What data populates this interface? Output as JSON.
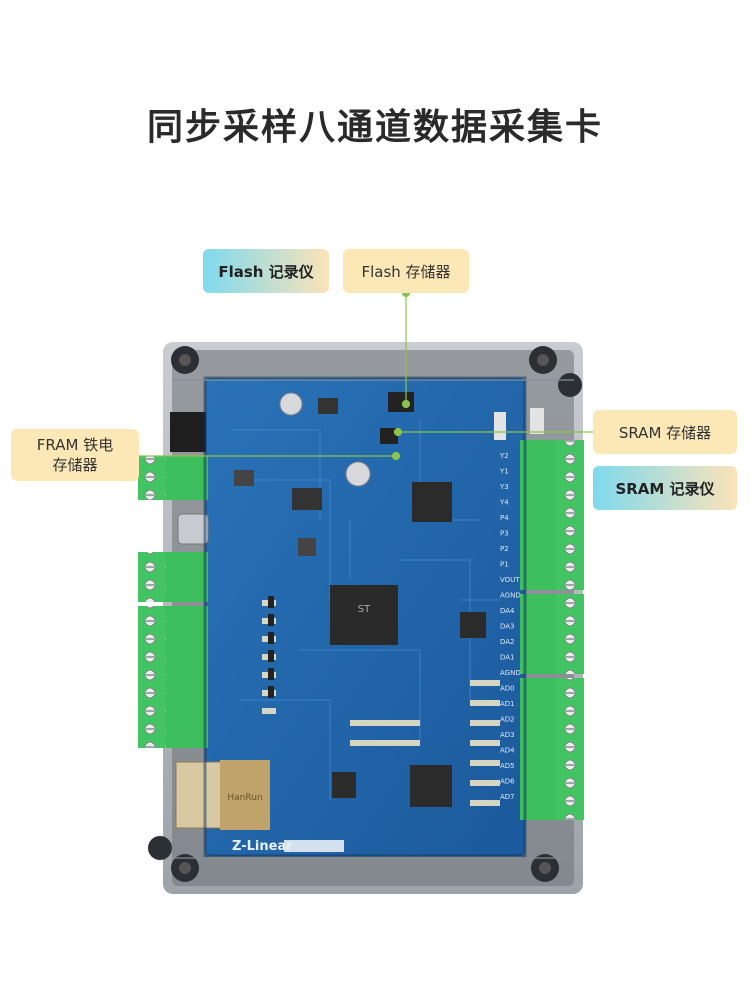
{
  "page": {
    "title": "同步采样八通道数据采集卡"
  },
  "callouts": {
    "flash_recorder": "Flash 记录仪",
    "flash_memory": "Flash 存储器",
    "fram_line1": "FRAM 铁电",
    "fram_line2": "存储器",
    "sram_memory": "SRAM 存储器",
    "sram_recorder": "SRAM 记录仪"
  },
  "board": {
    "brand_logo": "Z-Linear",
    "chip_label": "ST",
    "connector_label": "HanRun",
    "side_labels_right": [
      "Y2",
      "Y1",
      "Y3",
      "Y4",
      "P4",
      "P3",
      "P2",
      "P1",
      "VOUT",
      "AGND",
      "DA4",
      "DA3",
      "DA2",
      "DA1",
      "AGND",
      "AD0",
      "AD1",
      "AD2",
      "AD3",
      "AD4",
      "AD5",
      "AD6",
      "AD7"
    ]
  },
  "colors": {
    "pcb": "#1f63a8",
    "terminal": "#3cbf5c",
    "callout_line": "#8bc34a",
    "callout_bg": "#fbe8b6"
  }
}
